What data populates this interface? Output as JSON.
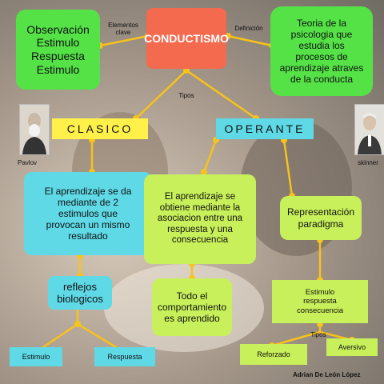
{
  "colors": {
    "green": "#54e247",
    "orange_title": "#f46a4e",
    "cyan": "#5fd9e6",
    "yellow_band": "#fff14a",
    "lime": "#c8f05a",
    "connector": "#f7c21b"
  },
  "title": "CONDUCTISMO",
  "left_box": {
    "lines": [
      "Observación",
      "Estimulo",
      "Respuesta",
      "Estimulo"
    ]
  },
  "right_box": {
    "lines": [
      "Teoria de la",
      "psicologia que",
      "estudia los",
      "procesos de",
      "aprendizaje atraves",
      "de la conducta"
    ]
  },
  "edge_labels": {
    "key_elements": [
      "Elementos",
      "clave"
    ],
    "definition": "Definición",
    "types": "Tipos",
    "types_small": "Tipos"
  },
  "clasico": {
    "label": "CLASICO",
    "portrait_caption": "Pavlov",
    "description": [
      "El aprendizaje se da",
      "mediante de 2",
      "estimulos que",
      "provocan un mismo",
      "resultado"
    ],
    "reflexes": [
      "reflejos",
      "biologicos"
    ],
    "stimulus": "Estimulo",
    "response": "Respuesta"
  },
  "operante": {
    "label": "OPERANTE",
    "portrait_caption": "skinner",
    "description": [
      "El aprendizaje se",
      "obtiene mediante la",
      "asociacion entre una",
      "respuesta y una",
      "consecuencia"
    ],
    "paradigm": [
      "Representación",
      "paradigma"
    ],
    "behavior": [
      "Todo el",
      "comportamiento",
      "es aprendido"
    ],
    "stimulus_box": [
      "Estimulo",
      "respuesta",
      "consecuencia"
    ],
    "reinforced": "Reforzado",
    "aversive": "Aversivo"
  },
  "credit": "Adrian De León López"
}
